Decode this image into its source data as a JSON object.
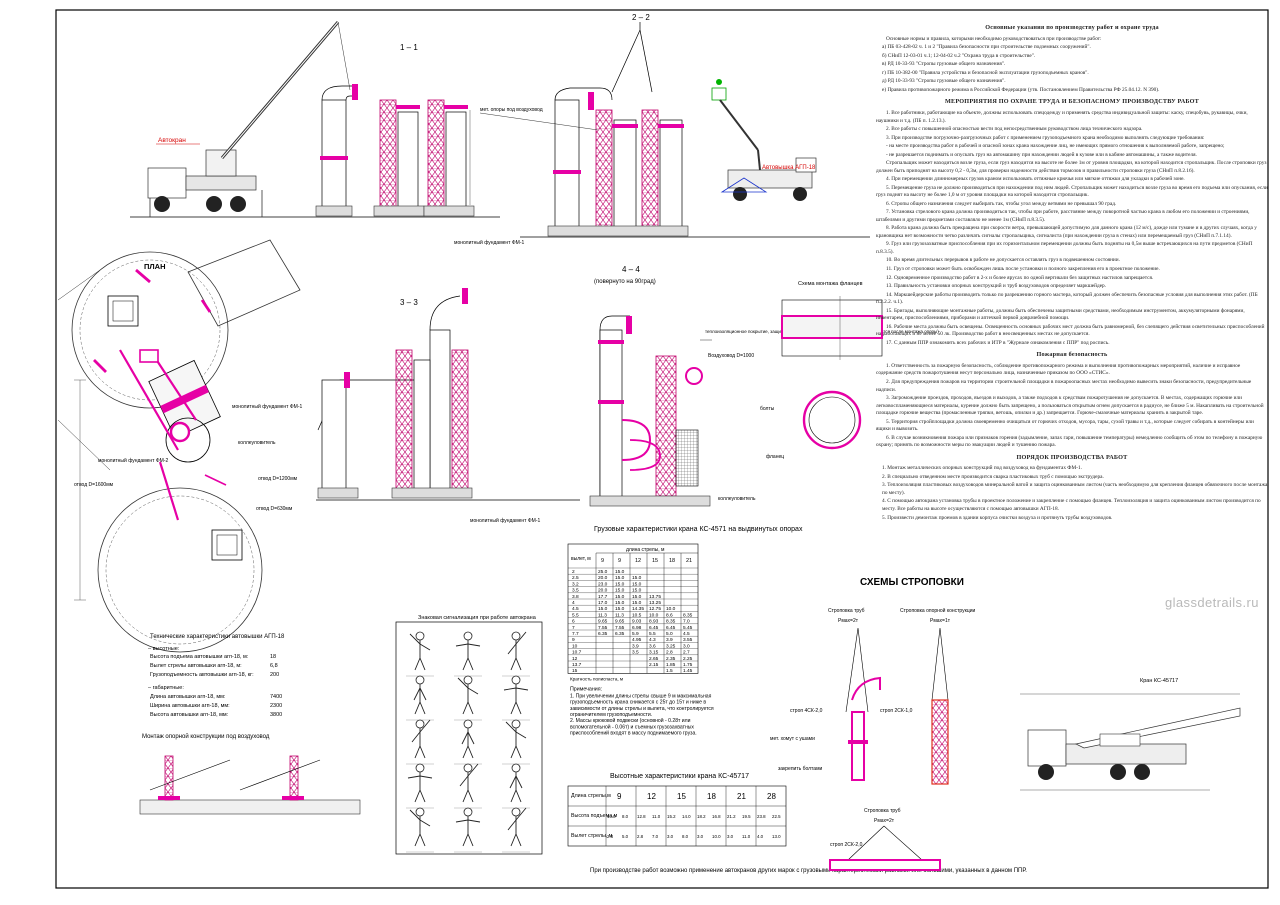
{
  "drawing": {
    "labels": {
      "sec_1_1": "1 – 1",
      "sec_2_2": "2 – 2",
      "sec_3_3": "3 – 3",
      "sec_4_4": "4 – 4",
      "sec_4_4_note": "(повернуто на 90град)",
      "plan": "ПЛАН",
      "autocrane": "Автокран",
      "autolift": "Автовышка АГП-18",
      "support_metal": "мет. опоры под воздуховод",
      "monolith_fm1": "монолитный фундамент ФМ-1",
      "monolith_fm2": "монолитный фундамент ФМ-2",
      "collector": "коллеуловитель",
      "bend_1600": "отвод D=1600мм",
      "bend_1200": "отвод D=1200мм",
      "bend_630": "отвод D=630мм",
      "insulation": "теплоизоляционное покрытие, защитное покрытие из оцинкованной стали (защищается после монтажа опоры)",
      "duct_1000": "Воздуховод D=1000",
      "flange_scheme": "Схема монтажа фланцев",
      "bolts": "болты",
      "flange": "фланец",
      "slinging_title": "СХЕМЫ СТРОПОВКИ",
      "sling_pipe": "Строповка труб",
      "sling_pipe_mass": "Рмах=2т",
      "sling_support": "Строповка опорной конструкции",
      "sling_support_mass": "Рмах=1т",
      "sling_pipe2": "Строповка труб",
      "sling_pipe2_mass": "Рмах=2т",
      "strop_4sk": "строп 4СК-2,0",
      "strop_2sk1": "строп 2СК-1,0",
      "strop_2sk2": "строп 2СК-2,0",
      "clamp_note": "мет. хомут с ушами",
      "bolts_note": "закрепить болтами",
      "crane_ks": "Кран КС-45717",
      "signals_title": "Знаковая сигнализация при работе автокрана",
      "montage_title": "Монтаж опорной конструкции под воздуховод",
      "watermark": "glassdetrails.ru"
    },
    "lift_specs": {
      "title": "Технические характеристики автовышки АГП-18",
      "heights_label": "– высотные:",
      "rows1": [
        {
          "k": "Высота подъема автовышки агп-18, м:",
          "v": "18"
        },
        {
          "k": "Вылет стрелы автовышки агп-18, м:",
          "v": "6,8"
        },
        {
          "k": "Грузоподъемность автовышки агп-18, кг:",
          "v": "200"
        }
      ],
      "dims_label": "– габаритные:",
      "rows2": [
        {
          "k": "Длина автовышки агп-18, мм:",
          "v": "7400"
        },
        {
          "k": "Ширина автовышки агп-18, мм:",
          "v": "2300"
        },
        {
          "k": "Высота автовышки агп-18, мм:",
          "v": "3800"
        }
      ]
    },
    "load_table": {
      "title": "Грузовые характеристики крана КС-4571 на выдвинутых опорах",
      "boom_label": "длина стрелы, м",
      "rows_label": "вылет, м",
      "cols": [
        "9",
        "9",
        "12",
        "15",
        "18",
        "21"
      ],
      "rows": [
        [
          "2",
          "25.0",
          "15.0",
          "",
          "",
          "",
          ""
        ],
        [
          "2.5",
          "20.0",
          "15.0",
          "15.0",
          "",
          "",
          ""
        ],
        [
          "3.2",
          "23.0",
          "15.0",
          "15.0",
          "",
          "",
          ""
        ],
        [
          "3.5",
          "20.0",
          "15.0",
          "15.0",
          "",
          "",
          ""
        ],
        [
          "3.8",
          "17.7",
          "15.0",
          "15.0",
          "13.75",
          "",
          ""
        ],
        [
          "4",
          "17.0",
          "15.0",
          "15.0",
          "13.25",
          "",
          ""
        ],
        [
          "4.5",
          "15.0",
          "15.0",
          "14.35",
          "12.75",
          "10.0",
          ""
        ],
        [
          "5.5",
          "11.3",
          "11.3",
          "10.5",
          "10.0",
          "8.6",
          "8.35"
        ],
        [
          "6",
          "9.65",
          "9.65",
          "9.03",
          "8.93",
          "8.35",
          "7.0"
        ],
        [
          "7",
          "7.55",
          "7.55",
          "6.98",
          "6.45",
          "6.45",
          "5.45"
        ],
        [
          "7.7",
          "6.35",
          "6.35",
          "5.9",
          "5.5",
          "5.0",
          "4.5"
        ],
        [
          "9",
          "",
          "",
          "4.95",
          "4.3",
          "3.9",
          "3.55"
        ],
        [
          "10",
          "",
          "",
          "3.9",
          "3.6",
          "3.25",
          "3.0"
        ],
        [
          "10.7",
          "",
          "",
          "3.5",
          "3.15",
          "2.8",
          "2.7"
        ],
        [
          "12",
          "",
          "",
          "",
          "2.65",
          "2.35",
          "2.25"
        ],
        [
          "13.7",
          "",
          "",
          "",
          "2.15",
          "1.85",
          "1.75"
        ],
        [
          "15",
          "",
          "",
          "",
          "",
          "1.5",
          "1.45"
        ]
      ],
      "footer": "Кратность полиспаста, м",
      "notes_title": "Примечания:",
      "notes": [
        "1. При увеличении длины стрелы свыше 9 м максимальная грузоподъемность крана снижается с 25т до 15т и ниже в зависимости от длины стрелы и вылета, что контролируется ограничителем грузоподъемности.",
        "2. Массы крюковой подвески (основной - 0.28т или вспомогательной - 0.06т) и съемных грузозахватных приспособлений входят в массу поднимаемого груза."
      ]
    },
    "height_table": {
      "title": "Высотные характеристики крана КС-45717",
      "row_boom": "Длина стрелы,м",
      "booms": [
        "9",
        "12",
        "15",
        "18",
        "21",
        "28"
      ],
      "row_h": "Высота подъема,м",
      "h": [
        "10.0",
        "8.0",
        "12.8",
        "11.0",
        "15.2",
        "14.0",
        "18.2",
        "16.8",
        "21.2",
        "19.5",
        "23.8",
        "22.5"
      ],
      "row_r": "Вылет стрелы, м",
      "r": [
        "2.8",
        "5.0",
        "2.8",
        "7.0",
        "3.0",
        "8.0",
        "3.0",
        "10.0",
        "3.0",
        "11.0",
        "4.0",
        "13.0"
      ],
      "note": "При производстве работ возможно применение автокранов других марок с грузовыми характеристиками равными или большими, указанных в данном ППР."
    }
  },
  "notes": {
    "h1": "Основные указания по производству работ и охране труда",
    "intro": "Основные нормы и правила, которыми необходимо руководствоваться при производстве работ:",
    "norms": [
      "а) ПБ 03-428-02 ч. 1 и 2 \"Правила безопасности при строительстве подземных сооружений\".",
      "б) СНиП 12-03-01 ч.1; 12-04-02 ч.2 \"Охрана труда в строительстве\".",
      "в) РД 10-33-93 \"Стропы грузовые общего назначения\".",
      "г) ПБ 10-382-00 \"Правила устройства и безопасной эксплуатации грузоподъемных кранов\".",
      "д) РД 10-33-93 \"Стропы грузовые общего назначения\".",
      "е) Правила противопожарного режима в Российской Федерации (утв. Постановлением Правительства РФ 25.04.12. N 390)."
    ],
    "h2": "МЕРОПРИЯТИЯ ПО ОХРАНЕ ТРУДА И БЕЗОПАСНОМУ ПРОИЗВОДСТВУ РАБОТ",
    "safety": [
      "1. Все работники, работающие на объекте, должны использовать спецодежду и применять средства индивидуальной защиты: каску, спецобувь, рукавицы, очки, наушники и т.д. (ПБ п. 1.2.13.).",
      "2. Все работы с повышенной опасностью вести под непосредственным руководством лица технического надзора.",
      "3. При производстве погрузочно-разгрузочных работ с применением грузоподъемного крана необходимо выполнять следующие требования:",
      "- на месте производства работ в рабочей и опасной зонах крана нахождение лиц, не имеющих прямого отношения к выполняемой работе, запрещено;",
      "- не разрешается поднимать и опускать груз на автомашину при нахождении людей в кузове или в кабине автомашины, а также водителя.",
      "Стропальщик может находиться возле груза, если груз находится на высоте не более 1м от уровня площадки, на которой находится стропальщик. После строповки груз должен быть приподнят на высоту 0,2 - 0,3м, для проверки надежности действия тормозов и правильности строповки груза (СНиП п.8.2.16).",
      "4. При перемещении длинномерных грузов краном использовать оттяжные крючья или мягкие оттяжки для укладки в рабочей зоне.",
      "5. Перемещение груза не должно производиться при нахождении под ним людей. Стропальщик может находиться возле груза во время его подъема или опускания, если груз поднят на высоту не более 1,0 м от уровня площадки на которой находится стропальщик.",
      "6. Стропы общего назначения следует выбирать так, чтобы угол между ветвями не превышал 90 град.",
      "7. Установка стрелового крана должна производиться так, чтобы при работе, расстояние между поворотной частью крана в любом его положении и строениями, штабелями и другими предметами составляло не менее 1м (СНиП п.8.3.5).",
      "8. Работа крана должна быть прекращена при скорости ветра, превышающей допустимую для данного крана (12 м/с), дожде или тумане и в других случаях, когда у крановщика нет возможности четко различать сигналы стропальщика, сигналиста (при нахождении груза в стенах) или перемещаемый груз (СНиП п.7.1.14).",
      "9. Груз или грузозахватные приспособления при их горизонтальном перемещении должны быть подняты на 0,5м выше встречающихся на пути предметов (СНиП п.8.3.5).",
      "10. Во время длительных перерывов в работе не допускается оставлять груз в подвешенном состоянии.",
      "11. Груз от строповки может быть освобожден лишь после установки и полного закрепления его в проектное положение.",
      "12. Одновременное производство работ в 2-х и более ярусах по одной вертикали без защитных настилов запрещается.",
      "13. Правильность установки опорных конструкций и труб воздуховодов определяет маркшейдер.",
      "14. Маркшейдерские работы производить только по разрешению горного мастера, который должен обеспечить безопасные условия для выполнения этих работ. (ПБ п.2.2.2. ч.1).",
      "15. Бригады, выполняющие монтажные работы, должны быть обеспечены защитными средствами, необходимым инструментом, аккумуляторными фонарями, инвентарем, приспособлениями, приборами и аптечкой первой доврачебной помощи.",
      "16. Рабочие места должны быть освещены. Освещенность основных рабочих мест должна быть равномерной, без слепящего действия осветительных приспособлений на работающих и не менее 50 лк. Производство работ в неосвещенных местах не допускается.",
      "17. С данным ППР ознакомить всех рабочих и ИТР в \"Журнале ознакомления с ППР\" под роспись."
    ],
    "h3": "Пожарная безопасность",
    "fire": [
      "1. Ответственность за пожарную безопасность, соблюдение противопожарного режима и выполнения противопожарных мероприятий, наличие и исправное содержание средств пожаротушения несут персонально лица, назначенные приказом по ООО «СТИС».",
      "2. Для предупреждения пожаров на территории строительной площадки в пожароопасных местах необходимо вывесить знаки безопасности, предупредительные надписи.",
      "3. Загромождение проездов, проходов, въездов и выходов, а также подходов к средствам пожаротушения не допускается. В местах, содержащих горючие или легковоспламеняющиеся материалы, курение должно быть запрещено, а пользоваться открытым огнем допускается в радиусе, не ближе 5 м. Накапливать на строительной площадке горючие вещества (промасленные тряпки, ветошь, опилки и др.) запрещается. Горюче-смазочные материалы хранить в закрытой таре.",
      "5. Территория стройплощадки должна своевременно очищаться от горючих отходов, мусора, тары, сухой травы и т.д., которые следует собирать в контейнеры или ящики и вывозить.",
      "6. В случае возникновения пожара или признаков горения (задымление, запах гари, повышение температуры) немедленно сообщить об этом по телефону в пожарную охрану; принять по возможности меры по эвакуации людей и тушению пожара."
    ],
    "h4": "ПОРЯДОК ПРОИЗВОДСТВА РАБОТ",
    "order": [
      "1. Монтаж металлических опорных конструкций под воздуховод на фундаментах ФМ-1.",
      "2. В специально отведенном месте производится сварка пластиковых труб с помощью экструдера.",
      "3. Теплоизоляция пластиковых воздуховодов минеральной ватой и защита оцинкованным листом (часть необходимую для крепления фланцев обвязочного после монтажа по месту).",
      "4. С помощью автокрана установка трубы в проектное положение и закрепление с помощью фланцев. Теплоизоляция и защита оцинкованным листом производится по месту. Все работы на высоте осуществляются с помощью автовышки АГП-18.",
      "5. Произвести демонтаж проемов в здании корпуса очистки воздуха и протянуть трубы воздуховодов."
    ]
  }
}
